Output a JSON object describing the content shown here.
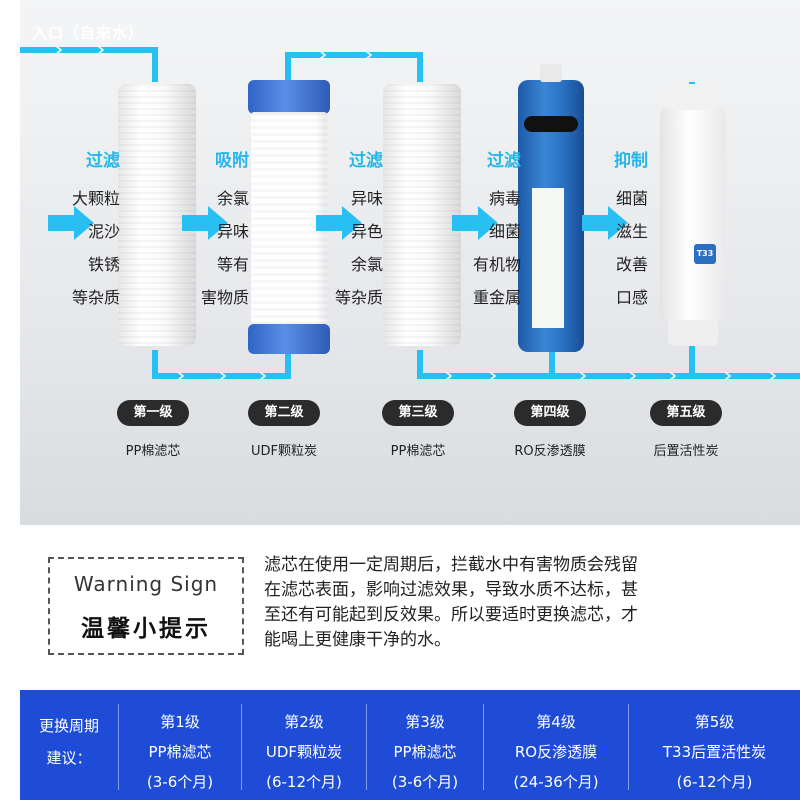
{
  "inlet_label": "入口（自来水）",
  "colors": {
    "pipe": "#28c0f2",
    "accent_text": "#28b6e8",
    "badge": "#2b2b2b",
    "schedule_bg": "#1f4cd6"
  },
  "stages": [
    {
      "function": "过滤",
      "items": [
        "大颗粒",
        "泥沙",
        "铁锈",
        "等杂质"
      ],
      "badge": "第一级",
      "name": "PP棉滤芯"
    },
    {
      "function": "吸附",
      "items": [
        "余氯",
        "异味",
        "等有",
        "害物质"
      ],
      "badge": "第二级",
      "name": "UDF颗粒炭"
    },
    {
      "function": "过滤",
      "items": [
        "异味",
        "异色",
        "余氯",
        "等杂质"
      ],
      "badge": "第三级",
      "name": "PP棉滤芯"
    },
    {
      "function": "过滤",
      "items": [
        "病毒",
        "细菌",
        "有机物",
        "重金属"
      ],
      "badge": "第四级",
      "name": "RO反渗透膜"
    },
    {
      "function": "抑制",
      "items": [
        "细菌",
        "滋生",
        "改善",
        "口感"
      ],
      "badge": "第五级",
      "name": "后置活性炭"
    }
  ],
  "t33_label": "T33",
  "warning": {
    "title_en": "Warning Sign",
    "title_cn": "温馨小提示",
    "lines": [
      "滤芯在使用一定周期后，拦截水中有害物质会残留",
      "在滤芯表面，影响过滤效果，导致水质不达标，甚",
      "至还有可能起到反效果。所以要适时更换滤芯，才",
      "能喝上更健康干净的水。"
    ]
  },
  "schedule": {
    "header": [
      "更换周期",
      "建议："
    ],
    "columns": [
      {
        "level": "第1级",
        "name": "PP棉滤芯",
        "period": "(3-6个月)"
      },
      {
        "level": "第2级",
        "name": "UDF颗粒炭",
        "period": "(6-12个月)"
      },
      {
        "level": "第3级",
        "name": "PP棉滤芯",
        "period": "(3-6个月)"
      },
      {
        "level": "第4级",
        "name": "RO反渗透膜",
        "period": "(24-36个月)"
      },
      {
        "level": "第5级",
        "name": "T33后置活性炭",
        "period": "(6-12个月)"
      }
    ]
  }
}
